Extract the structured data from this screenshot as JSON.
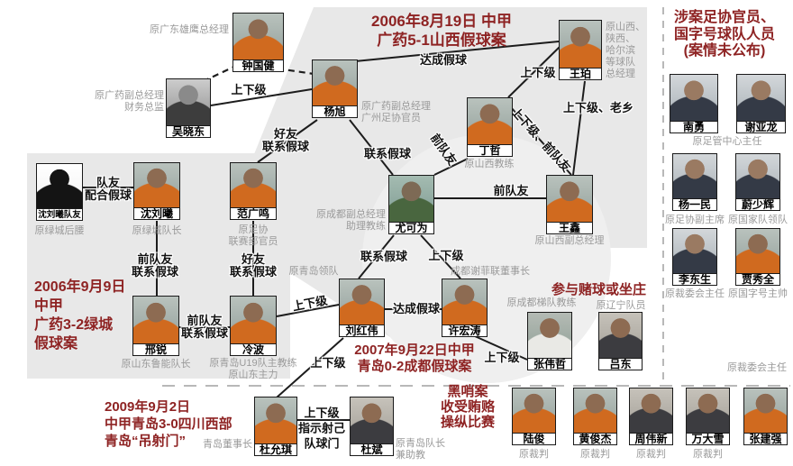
{
  "colors": {
    "case_title_red": "#8e2323",
    "role_label_gray": "#9a9a9a",
    "edge_line": "#1c1c1c"
  },
  "cases": [
    {
      "id": "case1",
      "lines": [
        "2006年8月19日 中甲",
        "广药5-1山西假球案"
      ]
    },
    {
      "id": "case2",
      "lines": [
        "2006年9月9日",
        "中甲",
        "广药3-2绿城",
        "假球案"
      ]
    },
    {
      "id": "case3",
      "lines": [
        "2007年9月22日中甲",
        "青岛0-2成都假球案"
      ]
    },
    {
      "id": "case4",
      "lines": [
        "2009年9月2日",
        "中甲青岛3-0四川西部",
        "青岛“吊射门”"
      ]
    },
    {
      "id": "gambling",
      "lines": [
        "参与赌球或坐庄"
      ]
    },
    {
      "id": "blackwhistle",
      "lines": [
        "黑哨案",
        "收受贿赂",
        "操纵比赛"
      ]
    }
  ],
  "side_panel": {
    "title_lines": [
      "涉案足协官员、",
      "国字号球队人员",
      "(案情未公布)"
    ],
    "shared_label": "原足管中心主任"
  },
  "persons": [
    {
      "id": "zhongguojian",
      "name": "钟国健",
      "role": [
        "原广东雄鹰总经理"
      ]
    },
    {
      "id": "wuxiaodong",
      "name": "吴晓东",
      "role": [
        "原广药副总经理",
        "财务总监"
      ]
    },
    {
      "id": "yangxu",
      "name": "杨旭",
      "role": [
        "原广药副总经理",
        "广州足协官员"
      ]
    },
    {
      "id": "wangpo",
      "name": "王珀",
      "role": [
        "原山西、",
        "陕西、",
        "哈尔滨",
        "等球队",
        "总经理"
      ]
    },
    {
      "id": "dingzhe",
      "name": "丁哲",
      "role": [
        "原山西教练"
      ]
    },
    {
      "id": "wangxin",
      "name": "王鑫",
      "role": [
        "原山西副总经理"
      ]
    },
    {
      "id": "youkewei",
      "name": "尤可为",
      "role": [
        "原成都副总经理",
        "助理教练"
      ]
    },
    {
      "id": "shenliuxi_teammate",
      "name": "沈刘曦队友",
      "role": [
        "原绿城后腰"
      ]
    },
    {
      "id": "shenliuxi",
      "name": "沈刘曦",
      "role": [
        "原绿城队长"
      ]
    },
    {
      "id": "fanguangming",
      "name": "范广鸣",
      "role": [
        "原足协",
        "联赛部官员"
      ]
    },
    {
      "id": "xingrui",
      "name": "邢锐",
      "role": [
        "原山东鲁能队长"
      ]
    },
    {
      "id": "lengbo",
      "name": "冷波",
      "role": [
        "原青岛U19队主教练",
        "原山东主力"
      ]
    },
    {
      "id": "liuhongwei",
      "name": "刘红伟",
      "role": [
        "原青岛领队"
      ]
    },
    {
      "id": "xuhongtao",
      "name": "许宏涛",
      "role": [
        "成都谢菲联董事长"
      ]
    },
    {
      "id": "zhangweizhe",
      "name": "张伟哲",
      "role": [
        "原成都梯队教练"
      ]
    },
    {
      "id": "lvdong",
      "name": "吕东",
      "role": [
        "原辽宁队员"
      ]
    },
    {
      "id": "duyunqi",
      "name": "杜允琪",
      "role": [
        "青岛董事长"
      ]
    },
    {
      "id": "dubin",
      "name": "杜斌",
      "role": [
        "原青岛队长",
        "兼助教"
      ]
    },
    {
      "id": "lujun",
      "name": "陆俊",
      "role": [
        "原裁判"
      ]
    },
    {
      "id": "huangjunjie",
      "name": "黄俊杰",
      "role": [
        "原裁判"
      ]
    },
    {
      "id": "zhouweixin",
      "name": "周伟新",
      "role": [
        "原裁判"
      ]
    },
    {
      "id": "wandaxue",
      "name": "万大雪",
      "role": [
        "原裁判"
      ]
    },
    {
      "id": "zhangjianqiang",
      "name": "张建强",
      "role": [
        "原裁委会主任"
      ]
    },
    {
      "id": "nanyong",
      "name": "南勇",
      "role": []
    },
    {
      "id": "xieyalong",
      "name": "谢亚龙",
      "role": []
    },
    {
      "id": "yangyimin",
      "name": "杨一民",
      "role": [
        "原足协副主席"
      ]
    },
    {
      "id": "weishaohui",
      "name": "蔚少辉",
      "role": [
        "原国家队领队"
      ]
    },
    {
      "id": "lidongsheng",
      "name": "李东生",
      "role": [
        "原裁委会主任"
      ]
    },
    {
      "id": "jiaxiuquan",
      "name": "贾秀全",
      "role": [
        "原国字号主帅"
      ]
    }
  ],
  "edges": [
    {
      "from": "zhongguojian",
      "to": "wuxiaodong",
      "label": [],
      "dashed": true
    },
    {
      "from": "zhongguojian",
      "to": "yangxu",
      "label": [],
      "dashed": true
    },
    {
      "from": "wuxiaodong",
      "to": "yangxu",
      "label": [
        "上下级"
      ]
    },
    {
      "from": "yangxu",
      "to": "wangpo",
      "label": [
        "达成假球"
      ]
    },
    {
      "from": "wangpo",
      "to": "dingzhe",
      "label": [
        "上下级"
      ]
    },
    {
      "from": "wangpo",
      "to": "wangxin",
      "label": [
        "上下级、老乡"
      ]
    },
    {
      "from": "dingzhe",
      "to": "wangxin",
      "label": [
        "上下级、前队友"
      ]
    },
    {
      "from": "dingzhe",
      "to": "youkewei",
      "label": [
        "前队友"
      ]
    },
    {
      "from": "yangxu",
      "to": "youkewei",
      "label": [
        "联系假球"
      ]
    },
    {
      "from": "yangxu",
      "to": "fanguangming",
      "label": [
        "好友",
        "联系假球"
      ]
    },
    {
      "from": "shenliuxi_teammate",
      "to": "shenliuxi",
      "label": [
        "队友",
        "配合假球"
      ]
    },
    {
      "from": "shenliuxi",
      "to": "xingrui",
      "label": [
        "前队友",
        "联系假球"
      ]
    },
    {
      "from": "fanguangming",
      "to": "lengbo",
      "label": [
        "好友",
        "联系假球"
      ]
    },
    {
      "from": "xingrui",
      "to": "lengbo",
      "label": [
        "前队友",
        "联系假球"
      ]
    },
    {
      "from": "lengbo",
      "to": "liuhongwei",
      "label": [
        "上下级"
      ]
    },
    {
      "from": "liuhongwei",
      "to": "xuhongtao",
      "label": [
        "达成假球"
      ]
    },
    {
      "from": "liuhongwei",
      "to": "duyunqi",
      "label": [
        "上下级"
      ]
    },
    {
      "from": "xuhongtao",
      "to": "zhangweizhe",
      "label": [
        "上下级"
      ]
    },
    {
      "from": "youkewei",
      "to": "liuhongwei",
      "label": [
        "联系假球"
      ]
    },
    {
      "from": "youkewei",
      "to": "xuhongtao",
      "label": [
        "上下级"
      ]
    },
    {
      "from": "youkewei",
      "to": "wangxin",
      "label": [
        "前队友"
      ]
    },
    {
      "from": "duyunqi",
      "to": "dubin",
      "label": [
        "上下级",
        "指示射己",
        "队球门"
      ]
    }
  ]
}
